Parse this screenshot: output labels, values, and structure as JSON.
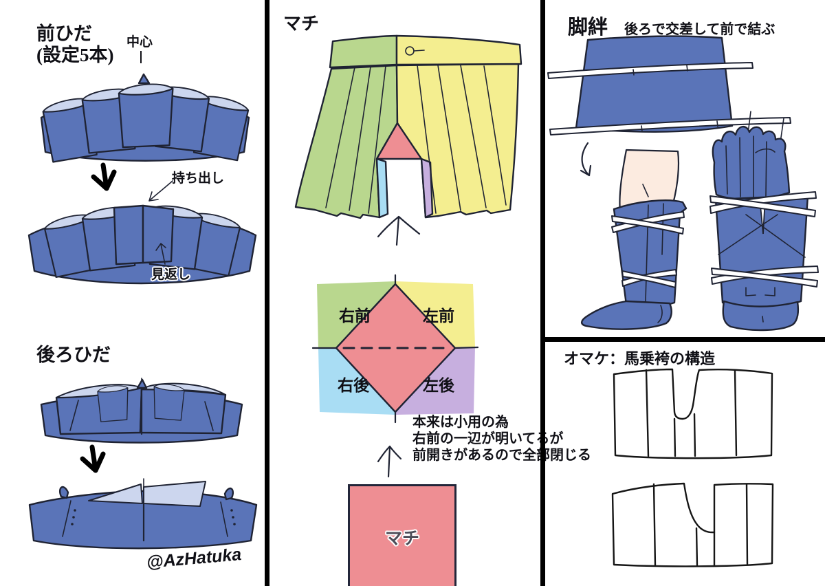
{
  "colors": {
    "fabric_blue": "#5a74b8",
    "lining_blue": "#ccd6ee",
    "outline_dark": "#1f2333",
    "pleat_green": "#b9d78e",
    "pleat_yellow": "#f4ee90",
    "gusset_pink": "#ee8e93",
    "panel_sky": "#a9ddf4",
    "panel_purple": "#c7afdf",
    "skin": "#fcebe0",
    "cord_white": "#ffffff",
    "ink": "#101016"
  },
  "left_panel": {
    "front_title_line1": "前ひだ",
    "front_title_line2": "(設定5本)",
    "center_label": "中心",
    "mochidashi_label": "持ち出し",
    "mikaeshi_label": "見返し",
    "back_title": "後ろひだ",
    "signature": "@AzHatuka"
  },
  "middle_panel": {
    "title": "マチ",
    "panel_map": {
      "top_left": "右前",
      "top_right": "左前",
      "bottom_left": "右後",
      "bottom_right": "左後"
    },
    "note_line1": "本来は小用の為",
    "note_line2": "右前の一辺が明いてるが",
    "note_line3": "前開きがあるので全部閉じる",
    "gusset_label": "マチ"
  },
  "right_panel": {
    "kyahan_title": "脚絆",
    "kyahan_note": "後ろで交差して前で結ぶ",
    "omake_title": "オマケ：馬乗袴の構造"
  }
}
